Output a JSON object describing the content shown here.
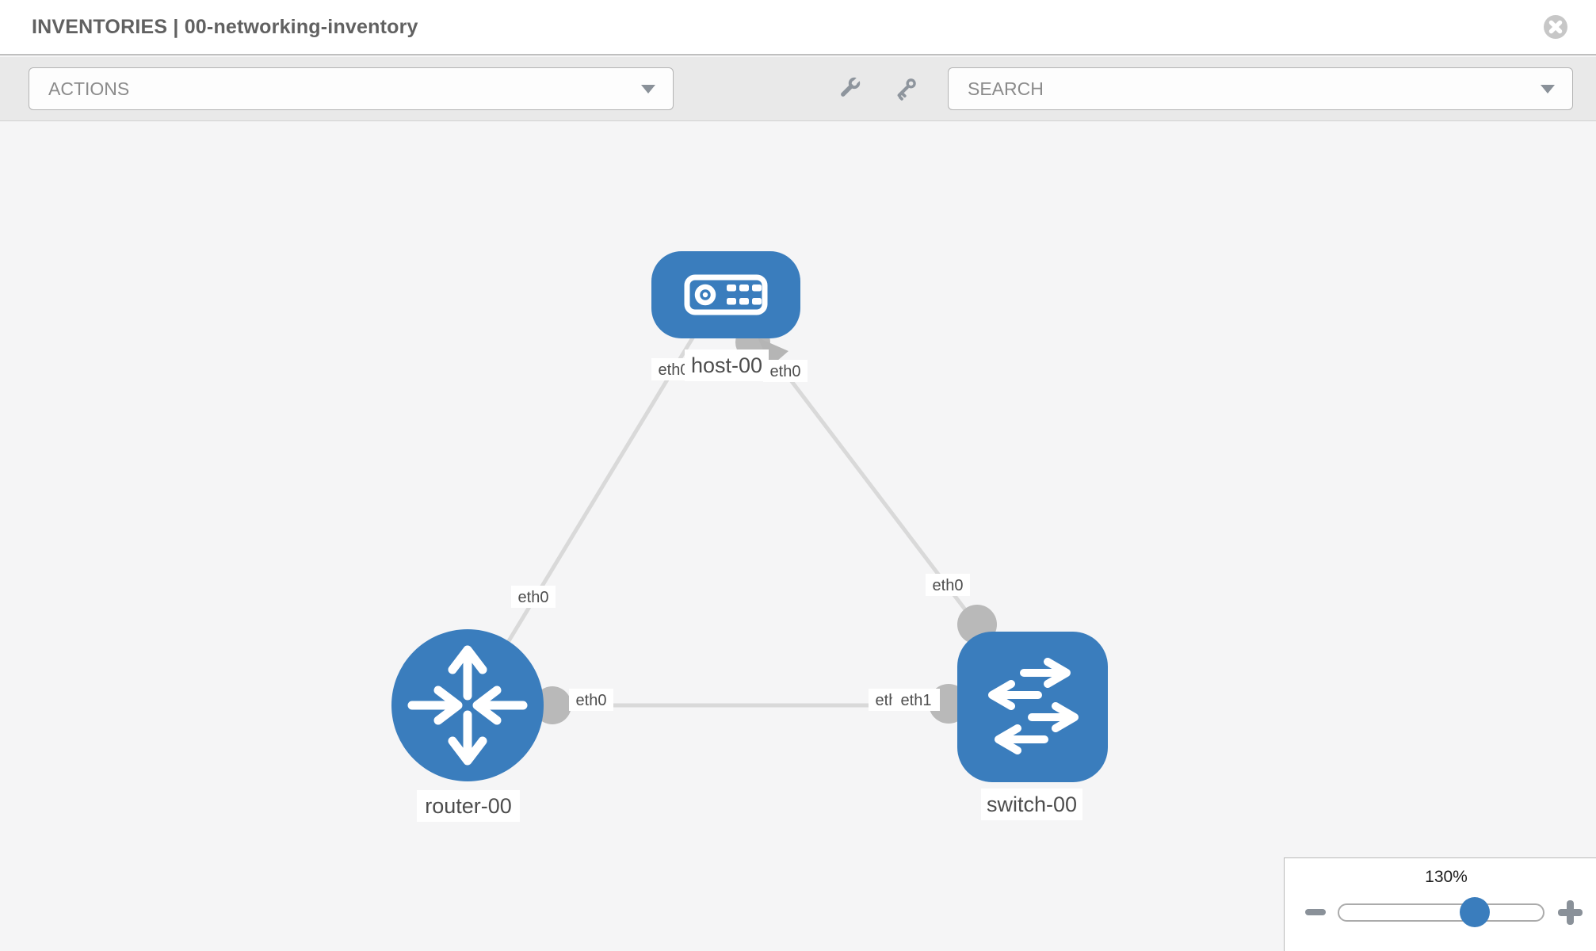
{
  "header": {
    "title": "INVENTORIES | 00-networking-inventory",
    "close_icon": "close-circle"
  },
  "toolbar": {
    "actions_dropdown": {
      "label": "ACTIONS",
      "caret_icon": "chevron-down"
    },
    "tools": [
      {
        "icon": "wrench"
      },
      {
        "icon": "key"
      }
    ],
    "search_dropdown": {
      "label": "SEARCH",
      "caret_icon": "chevron-down"
    }
  },
  "topology": {
    "nodes": [
      {
        "label": "host-00",
        "type": "host",
        "icon": "server-icon"
      },
      {
        "label": "router-00",
        "type": "router",
        "icon": "router-arrows-icon"
      },
      {
        "label": "switch-00",
        "type": "switch",
        "icon": "switch-arrows-icon"
      }
    ],
    "links": [
      {
        "from": "host-00",
        "to": "router-00",
        "from_label": "eth0",
        "to_label": "eth0"
      },
      {
        "from": "host-00",
        "to": "switch-00",
        "from_label": "eth0",
        "to_label": "eth0"
      },
      {
        "from": "router-00",
        "to": "switch-00",
        "from_label": "eth0",
        "to_label": "eth1",
        "overlapped_label": "eth0"
      }
    ]
  },
  "zoom": {
    "level": "130%",
    "zoom_out_icon": "minus",
    "zoom_in_icon": "plus"
  },
  "colors": {
    "node_blue": "#3a7dbd",
    "link_gray": "#d9d9d9",
    "port_gray": "#b9b9b9",
    "toolbar_gray": "#e9e9e9",
    "canvas_gray": "#f5f5f6"
  }
}
